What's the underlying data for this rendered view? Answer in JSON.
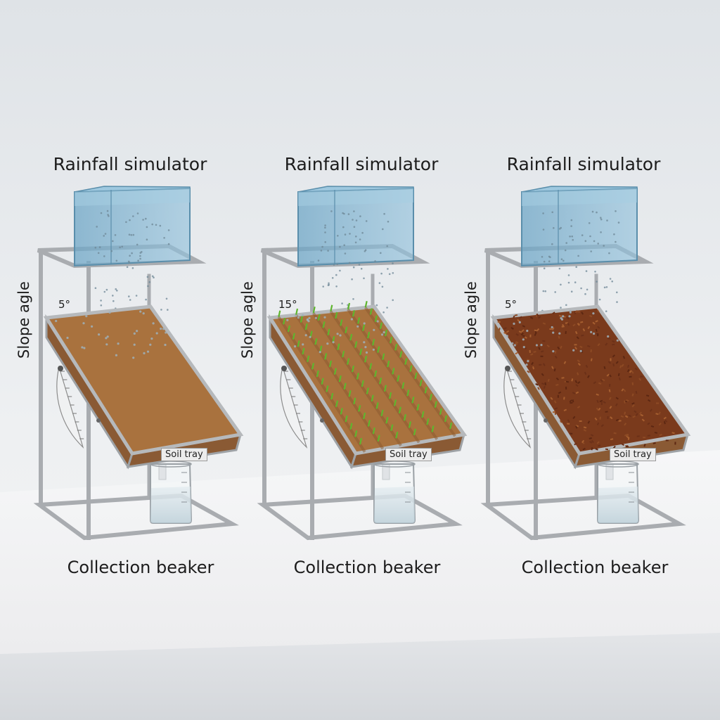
{
  "setups": [
    {
      "title": "Rainfall simulator",
      "slope_label": "Slope agle",
      "angle": "5°",
      "tray_label": "Soil tray",
      "beaker_label": "Collection beaker",
      "surface": "bare-soil"
    },
    {
      "title": "Rainfall simulator",
      "slope_label": "Slope agle",
      "angle": "15°",
      "tray_label": "Soil tray",
      "beaker_label": "Collection beaker",
      "surface": "grass-rows"
    },
    {
      "title": "Rainfall simulator",
      "slope_label": "Slope agle",
      "angle": "5°",
      "tray_label": "Soil tray",
      "beaker_label": "Collection beaker",
      "surface": "mulch"
    }
  ],
  "colors": {
    "frame": "#a9acb0",
    "tank": "#7fb3d0",
    "bare_soil": "#a9723e",
    "grass": "#5fb52e",
    "mulch": "#7a3a1c",
    "tray_wall": "#8a5a34"
  }
}
